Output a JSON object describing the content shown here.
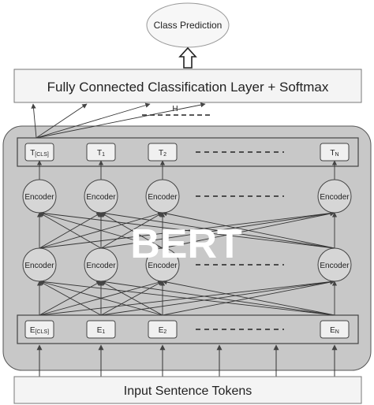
{
  "class_prediction": "Class Prediction",
  "fc_layer": "Fully Connected Classification Layer + Softmax",
  "hidden_label": "H",
  "bert_label": "BERT",
  "output_tokens": [
    {
      "main": "T",
      "sub": "[CLS]"
    },
    {
      "main": "T",
      "sub": "1"
    },
    {
      "main": "T",
      "sub": "2"
    },
    {
      "main": "T",
      "sub": "N"
    }
  ],
  "encoder_label": "Encoder",
  "input_embeddings": [
    {
      "main": "E",
      "sub": "[CLS]"
    },
    {
      "main": "E",
      "sub": "1"
    },
    {
      "main": "E",
      "sub": "2"
    },
    {
      "main": "E",
      "sub": "N"
    }
  ],
  "input_tokens": "Input Sentence Tokens",
  "colors": {
    "bert_bg": "#c8c8c8",
    "box_fill": "#f4f4f4",
    "stroke": "#444444",
    "encoder_fill": "#d6d6d6",
    "bert_text": "#ffffff"
  }
}
